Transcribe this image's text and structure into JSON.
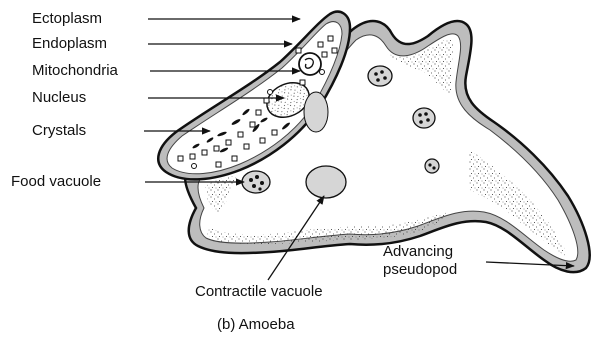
{
  "labels": {
    "ectoplasm": "Ectoplasm",
    "endoplasm": "Endoplasm",
    "mitochondria": "Mitochondria",
    "nucleus": "Nucleus",
    "crystals": "Crystals",
    "food_vacuole": "Food vacuole",
    "advancing_pseudopod_line1": "Advancing",
    "advancing_pseudopod_line2": "pseudopod",
    "contractile_vacuole": "Contractile vacuole"
  },
  "caption": "(b) Amoeba",
  "colors": {
    "outline": "#111111",
    "ectoplasm_fill": "#bdbdbd",
    "endoplasm_fill": "#ffffff",
    "vacuole_fill": "#d6d6d6"
  }
}
